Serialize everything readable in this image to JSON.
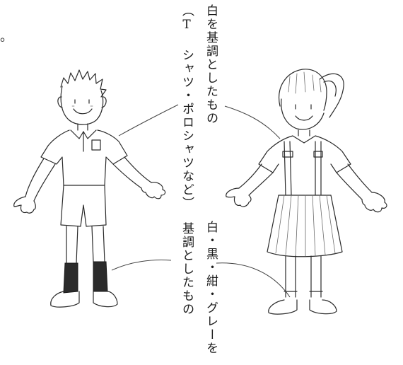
{
  "corner_mark": "。",
  "labels": {
    "top_line1": "白を基調としたもの",
    "top_line2": "（T シャツ・ポロシャツなど）",
    "bottom_line1": "白・黒・紺・グレーを",
    "bottom_line2": "基調としたもの"
  },
  "illustration": {
    "boy": "boy-figure",
    "girl": "girl-figure"
  }
}
